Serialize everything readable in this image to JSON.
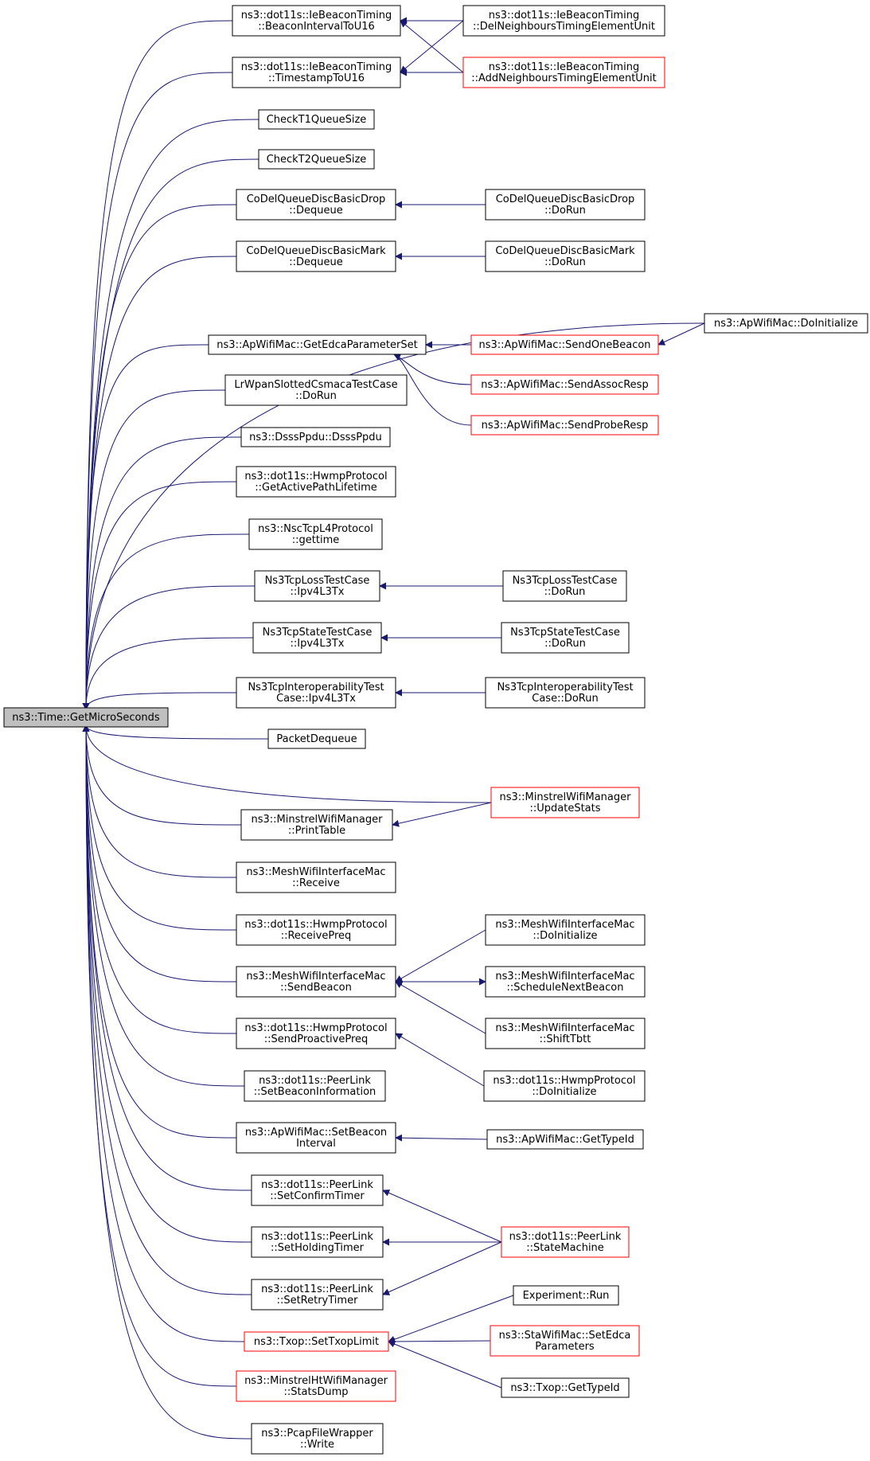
{
  "colors": {
    "edge": "#191970",
    "node_border": "#000000",
    "node_border_incomplete": "#ff0000",
    "root_fill": "#bfbfbf",
    "node_fill": "#ffffff"
  },
  "root": {
    "id": "root",
    "lines": [
      "ns3::Time::GetMicroSeconds"
    ]
  },
  "nodes": [
    {
      "id": "bi16",
      "lines": [
        "ns3::dot11s::IeBeaconTiming",
        "::BeaconIntervalToU16"
      ]
    },
    {
      "id": "ts16",
      "lines": [
        "ns3::dot11s::IeBeaconTiming",
        "::TimestampToU16"
      ]
    },
    {
      "id": "delnb",
      "lines": [
        "ns3::dot11s::IeBeaconTiming",
        "::DelNeighboursTimingElementUnit"
      ]
    },
    {
      "id": "addnb",
      "lines": [
        "ns3::dot11s::IeBeaconTiming",
        "::AddNeighboursTimingElementUnit"
      ],
      "incomplete": true
    },
    {
      "id": "t1",
      "lines": [
        "CheckT1QueueSize"
      ]
    },
    {
      "id": "t2",
      "lines": [
        "CheckT2QueueSize"
      ]
    },
    {
      "id": "cdd",
      "lines": [
        "CoDelQueueDiscBasicDrop",
        "::Dequeue"
      ]
    },
    {
      "id": "cddrun",
      "lines": [
        "CoDelQueueDiscBasicDrop",
        "::DoRun"
      ]
    },
    {
      "id": "cdm",
      "lines": [
        "CoDelQueueDiscBasicMark",
        "::Dequeue"
      ]
    },
    {
      "id": "cdmrun",
      "lines": [
        "CoDelQueueDiscBasicMark",
        "::DoRun"
      ]
    },
    {
      "id": "apinit",
      "lines": [
        "ns3::ApWifiMac::DoInitialize"
      ]
    },
    {
      "id": "edca",
      "lines": [
        "ns3::ApWifiMac::GetEdcaParameterSet"
      ]
    },
    {
      "id": "sob",
      "lines": [
        "ns3::ApWifiMac::SendOneBeacon"
      ],
      "incomplete": true
    },
    {
      "id": "sar",
      "lines": [
        "ns3::ApWifiMac::SendAssocResp"
      ],
      "incomplete": true
    },
    {
      "id": "spr",
      "lines": [
        "ns3::ApWifiMac::SendProbeResp"
      ],
      "incomplete": true
    },
    {
      "id": "lrw",
      "lines": [
        "LrWpanSlottedCsmacaTestCase",
        "::DoRun"
      ]
    },
    {
      "id": "dsss",
      "lines": [
        "ns3::DsssPpdu::DsssPpdu"
      ]
    },
    {
      "id": "hwlife",
      "lines": [
        "ns3::dot11s::HwmpProtocol",
        "::GetActivePathLifetime"
      ]
    },
    {
      "id": "nsc",
      "lines": [
        "ns3::NscTcpL4Protocol",
        "::gettime"
      ]
    },
    {
      "id": "loss",
      "lines": [
        "Ns3TcpLossTestCase",
        "::Ipv4L3Tx"
      ]
    },
    {
      "id": "lossrun",
      "lines": [
        "Ns3TcpLossTestCase",
        "::DoRun"
      ]
    },
    {
      "id": "state",
      "lines": [
        "Ns3TcpStateTestCase",
        "::Ipv4L3Tx"
      ]
    },
    {
      "id": "staterun",
      "lines": [
        "Ns3TcpStateTestCase",
        "::DoRun"
      ]
    },
    {
      "id": "interop",
      "lines": [
        "Ns3TcpInteroperabilityTest",
        "Case::Ipv4L3Tx"
      ]
    },
    {
      "id": "interoprun",
      "lines": [
        "Ns3TcpInteroperabilityTest",
        "Case::DoRun"
      ]
    },
    {
      "id": "pktdq",
      "lines": [
        "PacketDequeue"
      ]
    },
    {
      "id": "minupd",
      "lines": [
        "ns3::MinstrelWifiManager",
        "::UpdateStats"
      ],
      "incomplete": true
    },
    {
      "id": "minpt",
      "lines": [
        "ns3::MinstrelWifiManager",
        "::PrintTable"
      ]
    },
    {
      "id": "meshrecv",
      "lines": [
        "ns3::MeshWifiInterfaceMac",
        "::Receive"
      ]
    },
    {
      "id": "rpreq",
      "lines": [
        "ns3::dot11s::HwmpProtocol",
        "::ReceivePreq"
      ]
    },
    {
      "id": "meshsb",
      "lines": [
        "ns3::MeshWifiInterfaceMac",
        "::SendBeacon"
      ]
    },
    {
      "id": "meshinit",
      "lines": [
        "ns3::MeshWifiInterfaceMac",
        "::DoInitialize"
      ]
    },
    {
      "id": "meshsnb",
      "lines": [
        "ns3::MeshWifiInterfaceMac",
        "::ScheduleNextBeacon"
      ]
    },
    {
      "id": "meshst",
      "lines": [
        "ns3::MeshWifiInterfaceMac",
        "::ShiftTbtt"
      ]
    },
    {
      "id": "sppreq",
      "lines": [
        "ns3::dot11s::HwmpProtocol",
        "::SendProactivePreq"
      ]
    },
    {
      "id": "hwinit",
      "lines": [
        "ns3::dot11s::HwmpProtocol",
        "::DoInitialize"
      ]
    },
    {
      "id": "plsbi",
      "lines": [
        "ns3::dot11s::PeerLink",
        "::SetBeaconInformation"
      ]
    },
    {
      "id": "apsbi",
      "lines": [
        "ns3::ApWifiMac::SetBeacon",
        "Interval"
      ]
    },
    {
      "id": "aptype",
      "lines": [
        "ns3::ApWifiMac::GetTypeId"
      ]
    },
    {
      "id": "plsct",
      "lines": [
        "ns3::dot11s::PeerLink",
        "::SetConfirmTimer"
      ]
    },
    {
      "id": "plsht",
      "lines": [
        "ns3::dot11s::PeerLink",
        "::SetHoldingTimer"
      ]
    },
    {
      "id": "plsrt",
      "lines": [
        "ns3::dot11s::PeerLink",
        "::SetRetryTimer"
      ]
    },
    {
      "id": "plsm",
      "lines": [
        "ns3::dot11s::PeerLink",
        "::StateMachine"
      ],
      "incomplete": true
    },
    {
      "id": "txop",
      "lines": [
        "ns3::Txop::SetTxopLimit"
      ],
      "incomplete": true
    },
    {
      "id": "exprun",
      "lines": [
        "Experiment::Run"
      ]
    },
    {
      "id": "staedca",
      "lines": [
        "ns3::StaWifiMac::SetEdca",
        "Parameters"
      ],
      "incomplete": true
    },
    {
      "id": "txoptype",
      "lines": [
        "ns3::Txop::GetTypeId"
      ]
    },
    {
      "id": "minht",
      "lines": [
        "ns3::MinstrelHtWifiManager",
        "::StatsDump"
      ],
      "incomplete": true
    },
    {
      "id": "pcap",
      "lines": [
        "ns3::PcapFileWrapper",
        "::Write"
      ]
    }
  ],
  "edges": [
    {
      "from": "bi16",
      "to": "root"
    },
    {
      "from": "ts16",
      "to": "root"
    },
    {
      "from": "t1",
      "to": "root"
    },
    {
      "from": "t2",
      "to": "root"
    },
    {
      "from": "cdd",
      "to": "root"
    },
    {
      "from": "cdm",
      "to": "root"
    },
    {
      "from": "apinit",
      "to": "root"
    },
    {
      "from": "edca",
      "to": "root"
    },
    {
      "from": "lrw",
      "to": "root"
    },
    {
      "from": "dsss",
      "to": "root"
    },
    {
      "from": "hwlife",
      "to": "root"
    },
    {
      "from": "nsc",
      "to": "root"
    },
    {
      "from": "loss",
      "to": "root"
    },
    {
      "from": "state",
      "to": "root"
    },
    {
      "from": "interop",
      "to": "root"
    },
    {
      "from": "pktdq",
      "to": "root"
    },
    {
      "from": "minupd",
      "to": "root"
    },
    {
      "from": "minpt",
      "to": "root"
    },
    {
      "from": "meshrecv",
      "to": "root"
    },
    {
      "from": "rpreq",
      "to": "root"
    },
    {
      "from": "meshsb",
      "to": "root"
    },
    {
      "from": "sppreq",
      "to": "root"
    },
    {
      "from": "plsbi",
      "to": "root"
    },
    {
      "from": "apsbi",
      "to": "root"
    },
    {
      "from": "plsct",
      "to": "root"
    },
    {
      "from": "plsht",
      "to": "root"
    },
    {
      "from": "plsrt",
      "to": "root"
    },
    {
      "from": "txop",
      "to": "root"
    },
    {
      "from": "minht",
      "to": "root"
    },
    {
      "from": "pcap",
      "to": "root"
    },
    {
      "from": "delnb",
      "to": "bi16"
    },
    {
      "from": "addnb",
      "to": "bi16"
    },
    {
      "from": "delnb",
      "to": "ts16"
    },
    {
      "from": "addnb",
      "to": "ts16"
    },
    {
      "from": "cddrun",
      "to": "cdd"
    },
    {
      "from": "cdmrun",
      "to": "cdm"
    },
    {
      "from": "apinit",
      "to": "sob"
    },
    {
      "from": "sob",
      "to": "edca"
    },
    {
      "from": "sar",
      "to": "edca"
    },
    {
      "from": "spr",
      "to": "edca"
    },
    {
      "from": "lossrun",
      "to": "loss"
    },
    {
      "from": "staterun",
      "to": "state"
    },
    {
      "from": "interoprun",
      "to": "interop"
    },
    {
      "from": "minupd",
      "to": "minpt"
    },
    {
      "from": "meshinit",
      "to": "meshsb"
    },
    {
      "from": "meshsnb",
      "to": "meshsb"
    },
    {
      "from": "meshsb",
      "to": "meshsnb"
    },
    {
      "from": "meshst",
      "to": "meshsb"
    },
    {
      "from": "hwinit",
      "to": "sppreq"
    },
    {
      "from": "aptype",
      "to": "apsbi"
    },
    {
      "from": "plsm",
      "to": "plsct"
    },
    {
      "from": "plsm",
      "to": "plsht"
    },
    {
      "from": "plsm",
      "to": "plsrt"
    },
    {
      "from": "exprun",
      "to": "txop"
    },
    {
      "from": "staedca",
      "to": "txop"
    },
    {
      "from": "txoptype",
      "to": "txop"
    }
  ]
}
